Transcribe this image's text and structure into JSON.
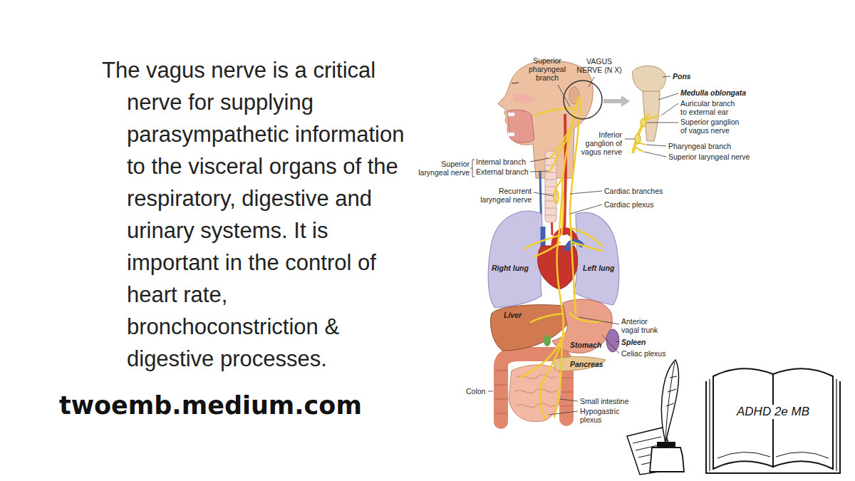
{
  "diagram": {
    "nodes": [
      {
        "text": [
          "ADHD 2e MB"
        ]
      }
    ],
    "labels": [
      "The vagus nerve is a critical nerve for supplying parasympathetic information to the visceral organs of the respiratory, digestive and urinary systems. It is important in the control of heart rate, bronchoconstriction & digestive processes.",
      "twoemb.medium.com",
      "Superior pharyngeal branch",
      "VAGUS NERVE (N X)",
      "Pons",
      "Medulla oblongata",
      "Auricular branch to external ear",
      "Superior ganglion of vagus nerve",
      "Inferior ganglion of vagus nerve",
      "Pharyngeal branch",
      "Superior laryngeal nerve",
      "Superior laryngeal nerve",
      "Internal branch",
      "External branch",
      "Recurrent laryngeal nerve",
      "Cardiac branches",
      "Cardiac plexus",
      "Right lung",
      "Left lung",
      "Liver",
      "Anterior vagal trunk",
      "Spleen",
      "Stomach",
      "Celiac plexus",
      "Pancreas",
      "Colon",
      "Small intestine",
      "Hypogastric plexus"
    ]
  }
}
